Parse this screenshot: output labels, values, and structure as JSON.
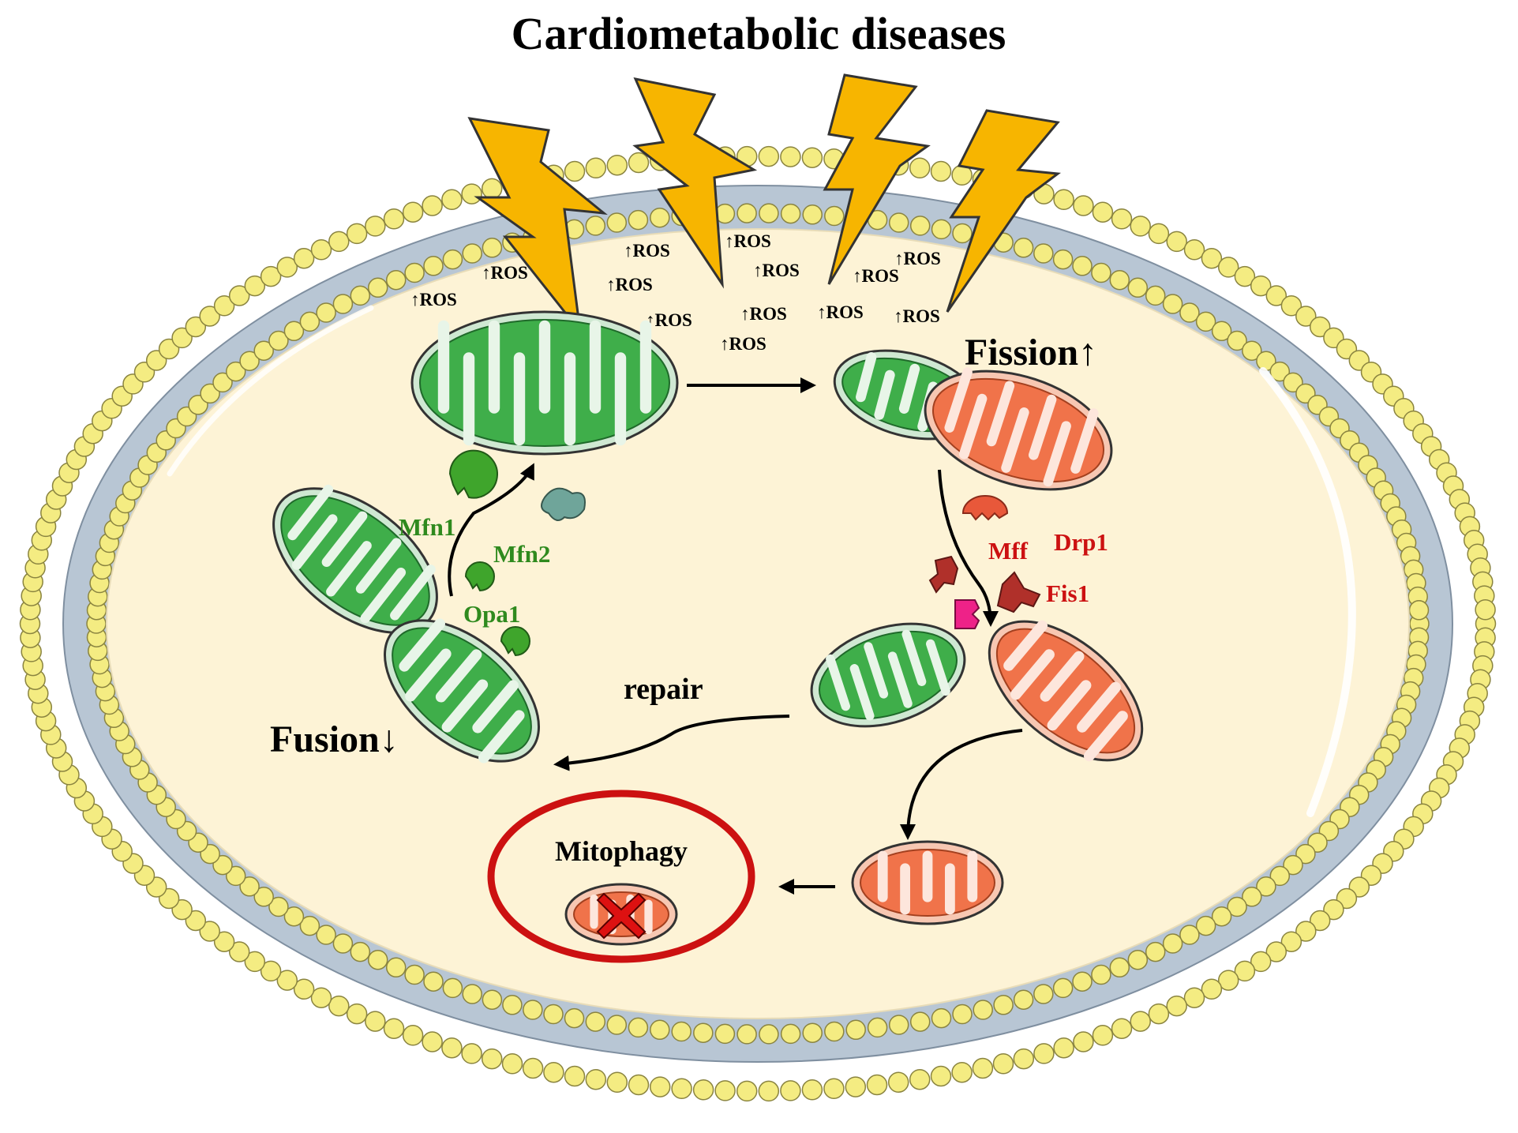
{
  "title": "Cardiometabolic diseases",
  "ros_label": "↑ROS",
  "fission_label": "Fission↑",
  "fusion_label": "Fusion↓",
  "repair_label": "repair",
  "mitophagy_label": "Mitophagy",
  "fusion_proteins": [
    "Mfn1",
    "Mfn2",
    "Opa1"
  ],
  "fission_proteins": [
    "Mff",
    "Drp1",
    "Fis1"
  ],
  "colors": {
    "lightning": "#f7b500",
    "healthy_mito": "#3fae4a",
    "damaged_mito": "#f0734a",
    "cytoplasm": "#fdf3d6",
    "phospholipid_head": "#f4ec82",
    "membrane_core": "#b8c6d4",
    "mitophagy_ring": "#cc1111",
    "fusion_text": "#2f8a1e",
    "fission_text": "#cc1111"
  }
}
